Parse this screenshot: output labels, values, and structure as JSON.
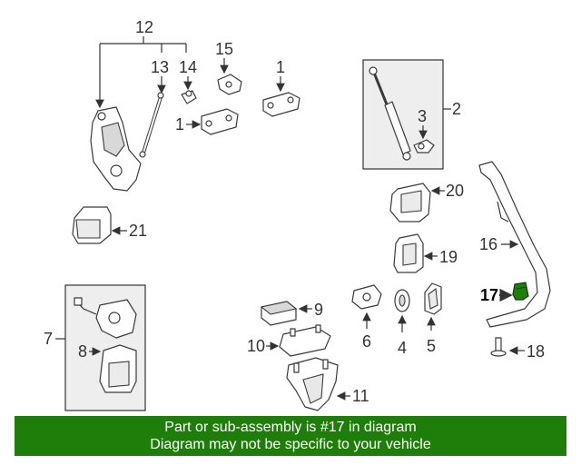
{
  "callouts": {
    "c12": "12",
    "c13": "13",
    "c14": "14",
    "c15": "15",
    "c1a": "1",
    "c1b": "1",
    "c2": "2",
    "c3": "3",
    "c20": "20",
    "c21": "21",
    "c16": "16",
    "c19": "19",
    "c17": "17",
    "c7": "7",
    "c8": "8",
    "c9": "9",
    "c6": "6",
    "c4": "4",
    "c5": "5",
    "c10": "10",
    "c18": "18",
    "c11": "11"
  },
  "highlight": {
    "part_number": "17",
    "color": "#1f7d0a"
  },
  "banner": {
    "line1": "Part or sub-assembly is #17 in diagram",
    "line2": "Diagram may not be specific to your vehicle",
    "background": "#1f7d0a"
  }
}
